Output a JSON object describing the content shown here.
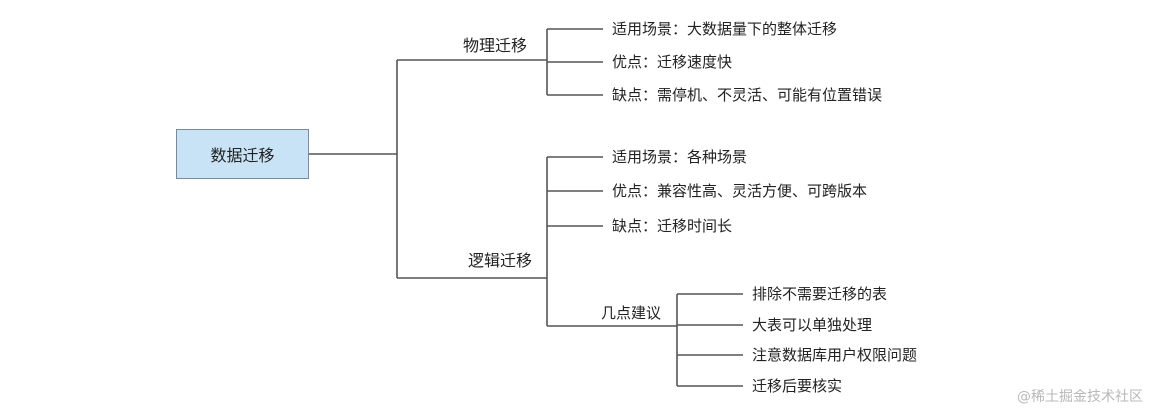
{
  "root": "数据迁移",
  "branches": [
    {
      "label": "物理迁移",
      "items": [
        "适用场景：大数据量下的整体迁移",
        "优点：迁移速度快",
        "缺点：需停机、不灵活、可能有位置错误"
      ]
    },
    {
      "label": "逻辑迁移",
      "items": [
        "适用场景：各种场景",
        "优点：兼容性高、灵活方便、可跨版本",
        "缺点：迁移时间长"
      ],
      "sub": {
        "label": "几点建议",
        "items": [
          "排除不需要迁移的表",
          "大表可以单独处理",
          "注意数据库用户权限问题",
          "迁移后要核实"
        ]
      }
    }
  ],
  "watermark": "@稀土掘金技术社区"
}
